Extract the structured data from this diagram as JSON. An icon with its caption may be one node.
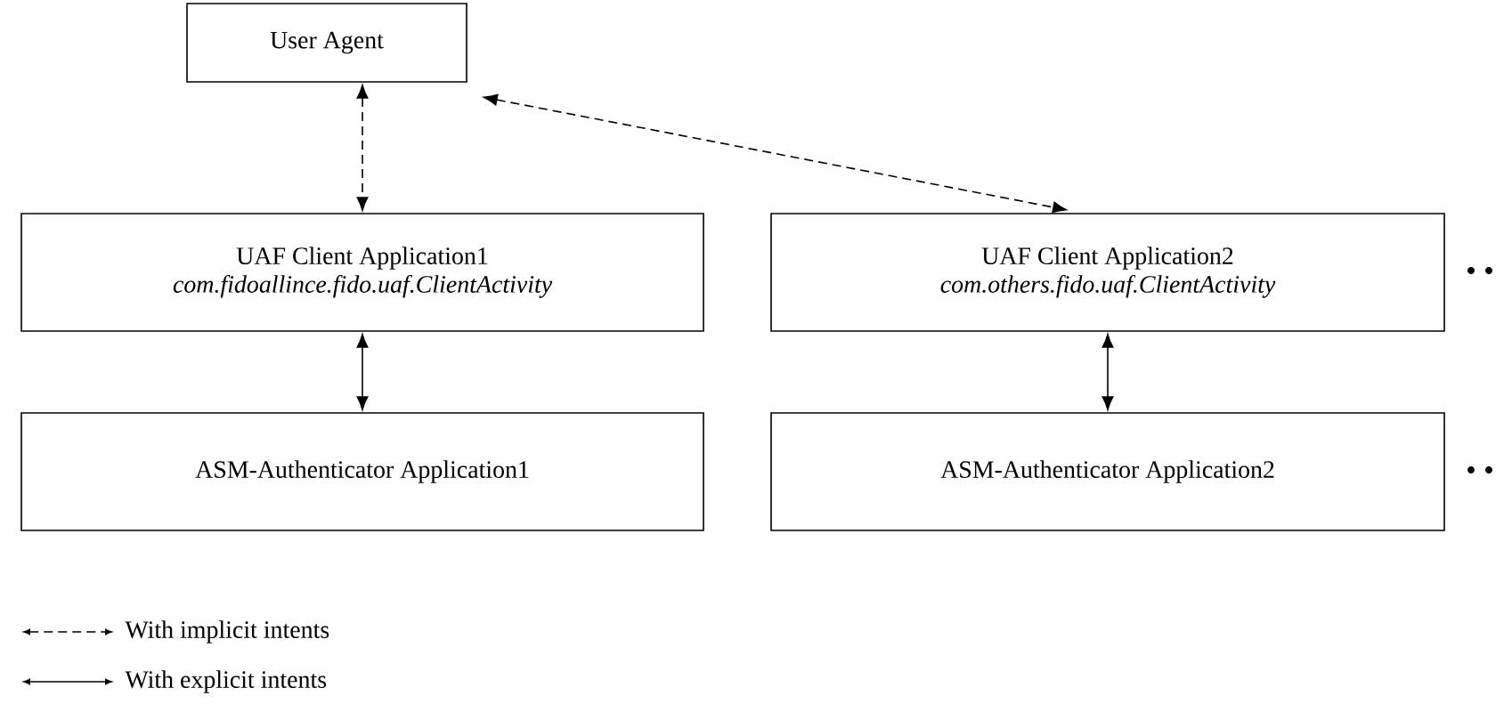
{
  "diagram": {
    "nodes": [
      {
        "text": [
          "User Agent"
        ]
      },
      {
        "text": [
          "UAF Client Application1",
          "com.fidoallince.fido.uaf.ClientActivity"
        ]
      },
      {
        "text": [
          "UAF Client Application2",
          "com.others.fido.uaf.ClientActivity"
        ]
      },
      {
        "text": [
          "ASM-Authenticator Application1"
        ]
      },
      {
        "text": [
          "ASM-Authenticator Application2"
        ]
      }
    ],
    "edges": [
      {
        "from": 0,
        "to": 1,
        "arrow": "both",
        "style": "dashed"
      },
      {
        "from": 0,
        "to": 2,
        "arrow": "both",
        "style": "dashed"
      },
      {
        "from": 1,
        "to": 3,
        "arrow": "both"
      },
      {
        "from": 2,
        "to": 4,
        "arrow": "both"
      }
    ],
    "legend": [
      {
        "text": "With implicit intents"
      },
      {
        "text": "With explicit intents"
      }
    ]
  }
}
